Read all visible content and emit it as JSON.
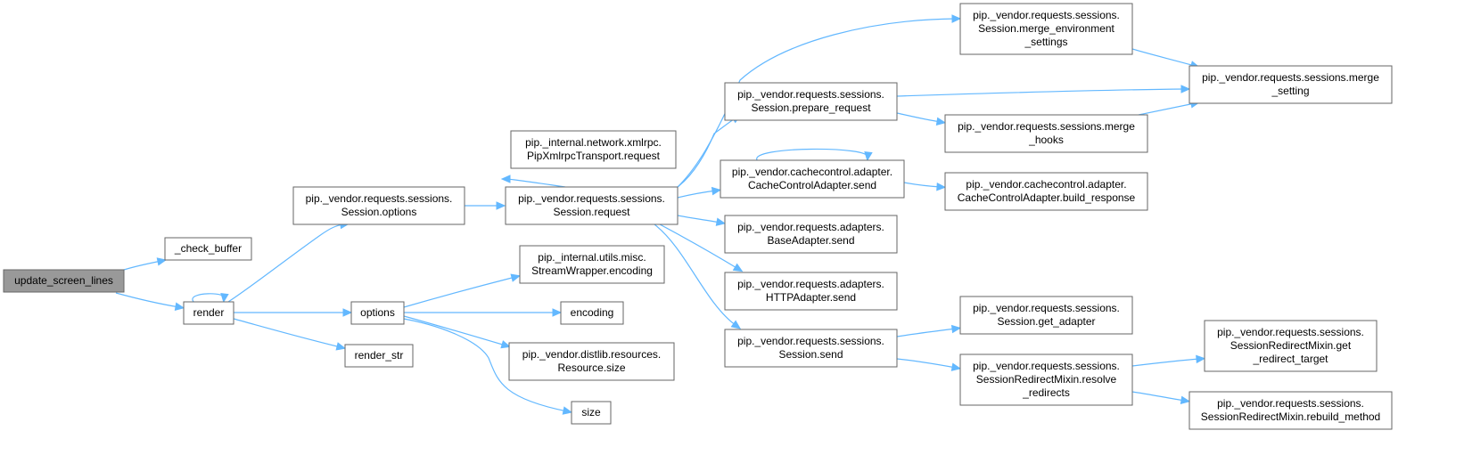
{
  "graph": {
    "colors": {
      "edge": "#63b8ff",
      "node_border": "#666666",
      "node_fill": "#ffffff",
      "root_fill": "#999999",
      "text": "#000000"
    },
    "nodes": [
      {
        "id": "update_screen_lines",
        "lines": [
          "update_screen_lines"
        ]
      },
      {
        "id": "_check_buffer",
        "lines": [
          "_check_buffer"
        ]
      },
      {
        "id": "render",
        "lines": [
          "render"
        ]
      },
      {
        "id": "session_options",
        "lines": [
          "pip._vendor.requests.sessions.",
          "Session.options"
        ]
      },
      {
        "id": "options",
        "lines": [
          "options"
        ]
      },
      {
        "id": "render_str",
        "lines": [
          "render_str"
        ]
      },
      {
        "id": "xmlrpc_request",
        "lines": [
          "pip._internal.network.xmlrpc.",
          "PipXmlrpcTransport.request"
        ]
      },
      {
        "id": "session_request",
        "lines": [
          "pip._vendor.requests.sessions.",
          "Session.request"
        ]
      },
      {
        "id": "streamwrapper_encoding",
        "lines": [
          "pip._internal.utils.misc.",
          "StreamWrapper.encoding"
        ]
      },
      {
        "id": "encoding",
        "lines": [
          "encoding"
        ]
      },
      {
        "id": "resource_size",
        "lines": [
          "pip._vendor.distlib.resources.",
          "Resource.size"
        ]
      },
      {
        "id": "size",
        "lines": [
          "size"
        ]
      },
      {
        "id": "prepare_request",
        "lines": [
          "pip._vendor.requests.sessions.",
          "Session.prepare_request"
        ]
      },
      {
        "id": "cachecontrol_send",
        "lines": [
          "pip._vendor.cachecontrol.adapter.",
          "CacheControlAdapter.send"
        ]
      },
      {
        "id": "baseadapter_send",
        "lines": [
          "pip._vendor.requests.adapters.",
          "BaseAdapter.send"
        ]
      },
      {
        "id": "httpadapter_send",
        "lines": [
          "pip._vendor.requests.adapters.",
          "HTTPAdapter.send"
        ]
      },
      {
        "id": "session_send",
        "lines": [
          "pip._vendor.requests.sessions.",
          "Session.send"
        ]
      },
      {
        "id": "merge_environment_settings",
        "lines": [
          "pip._vendor.requests.sessions.",
          "Session.merge_environment",
          "_settings"
        ]
      },
      {
        "id": "merge_hooks",
        "lines": [
          "pip._vendor.requests.sessions.merge",
          "_hooks"
        ]
      },
      {
        "id": "build_response",
        "lines": [
          "pip._vendor.cachecontrol.adapter.",
          "CacheControlAdapter.build_response"
        ]
      },
      {
        "id": "get_adapter",
        "lines": [
          "pip._vendor.requests.sessions.",
          "Session.get_adapter"
        ]
      },
      {
        "id": "resolve_redirects",
        "lines": [
          "pip._vendor.requests.sessions.",
          "SessionRedirectMixin.resolve",
          "_redirects"
        ]
      },
      {
        "id": "merge_setting",
        "lines": [
          "pip._vendor.requests.sessions.merge",
          "_setting"
        ]
      },
      {
        "id": "get_redirect_target",
        "lines": [
          "pip._vendor.requests.sessions.",
          "SessionRedirectMixin.get",
          "_redirect_target"
        ]
      },
      {
        "id": "rebuild_method",
        "lines": [
          "pip._vendor.requests.sessions.",
          "SessionRedirectMixin.rebuild_method"
        ]
      }
    ],
    "edges": [
      {
        "from": "update_screen_lines",
        "to": "_check_buffer"
      },
      {
        "from": "update_screen_lines",
        "to": "render"
      },
      {
        "from": "render",
        "to": "render"
      },
      {
        "from": "render",
        "to": "session_options"
      },
      {
        "from": "render",
        "to": "options"
      },
      {
        "from": "render",
        "to": "render_str"
      },
      {
        "from": "session_options",
        "to": "session_request"
      },
      {
        "from": "session_request",
        "to": "xmlrpc_request"
      },
      {
        "from": "options",
        "to": "streamwrapper_encoding"
      },
      {
        "from": "options",
        "to": "encoding"
      },
      {
        "from": "options",
        "to": "resource_size"
      },
      {
        "from": "options",
        "to": "size"
      },
      {
        "from": "session_request",
        "to": "merge_environment_settings"
      },
      {
        "from": "session_request",
        "to": "prepare_request"
      },
      {
        "from": "session_request",
        "to": "cachecontrol_send"
      },
      {
        "from": "session_request",
        "to": "baseadapter_send"
      },
      {
        "from": "session_request",
        "to": "httpadapter_send"
      },
      {
        "from": "session_request",
        "to": "session_send"
      },
      {
        "from": "merge_environment_settings",
        "to": "merge_setting"
      },
      {
        "from": "prepare_request",
        "to": "merge_setting"
      },
      {
        "from": "prepare_request",
        "to": "merge_hooks"
      },
      {
        "from": "merge_hooks",
        "to": "merge_setting"
      },
      {
        "from": "cachecontrol_send",
        "to": "cachecontrol_send"
      },
      {
        "from": "cachecontrol_send",
        "to": "build_response"
      },
      {
        "from": "session_send",
        "to": "get_adapter"
      },
      {
        "from": "session_send",
        "to": "resolve_redirects"
      },
      {
        "from": "resolve_redirects",
        "to": "get_redirect_target"
      },
      {
        "from": "resolve_redirects",
        "to": "rebuild_method"
      }
    ]
  }
}
